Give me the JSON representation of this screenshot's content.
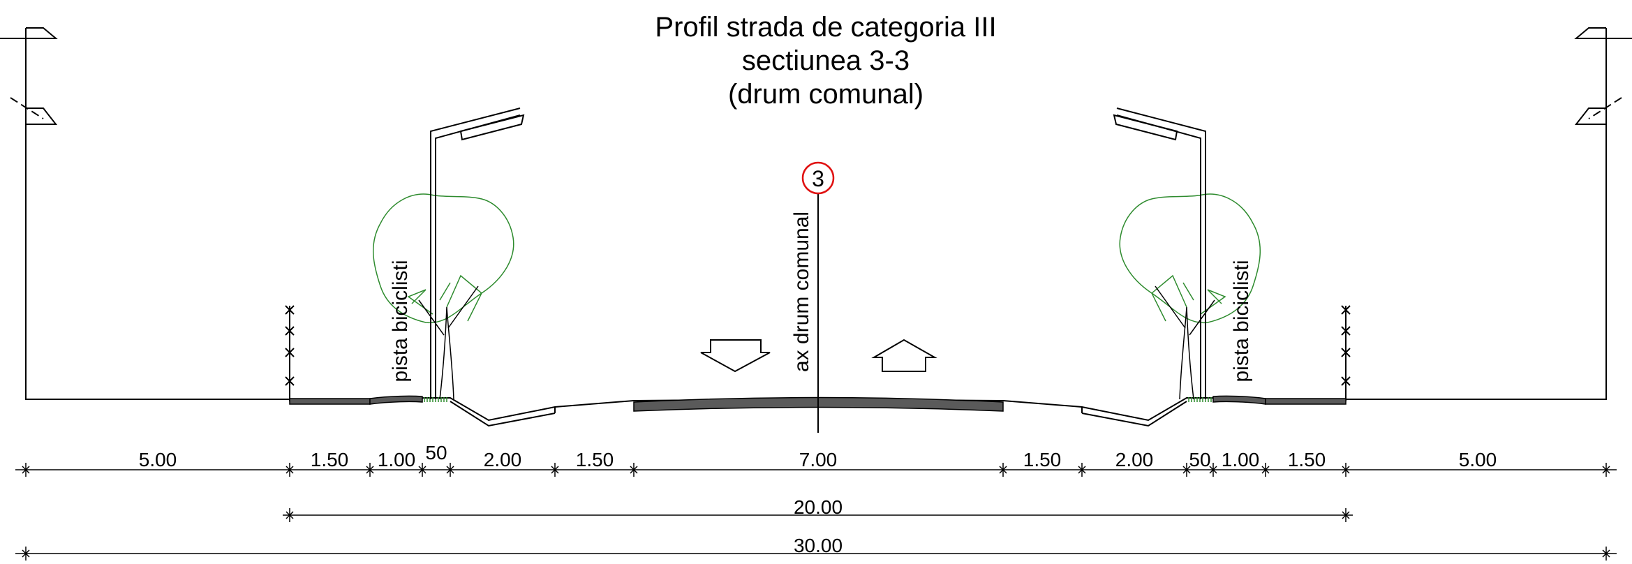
{
  "title": {
    "line1": "Profil strada de categoria III",
    "line2": "sectiunea 3-3",
    "line3": "(drum comunal)"
  },
  "labels": {
    "bike_left": "pista biciclisti",
    "bike_right": "pista biciclisti",
    "axis": "ax drum comunal",
    "section_marker": "3"
  },
  "dimensions": {
    "row1": [
      "5.00",
      "1.50",
      "1.00",
      "50",
      "2.00",
      "1.50",
      "7.00",
      "1.50",
      "2.00",
      "50",
      "1.00",
      "1.50",
      "5.00"
    ],
    "row2": "20.00",
    "row3": "30.00"
  },
  "colors": {
    "line": "#000000",
    "asphalt": "#5a5a5a",
    "tree": "#2e8b2e",
    "marker": "#e01010"
  }
}
